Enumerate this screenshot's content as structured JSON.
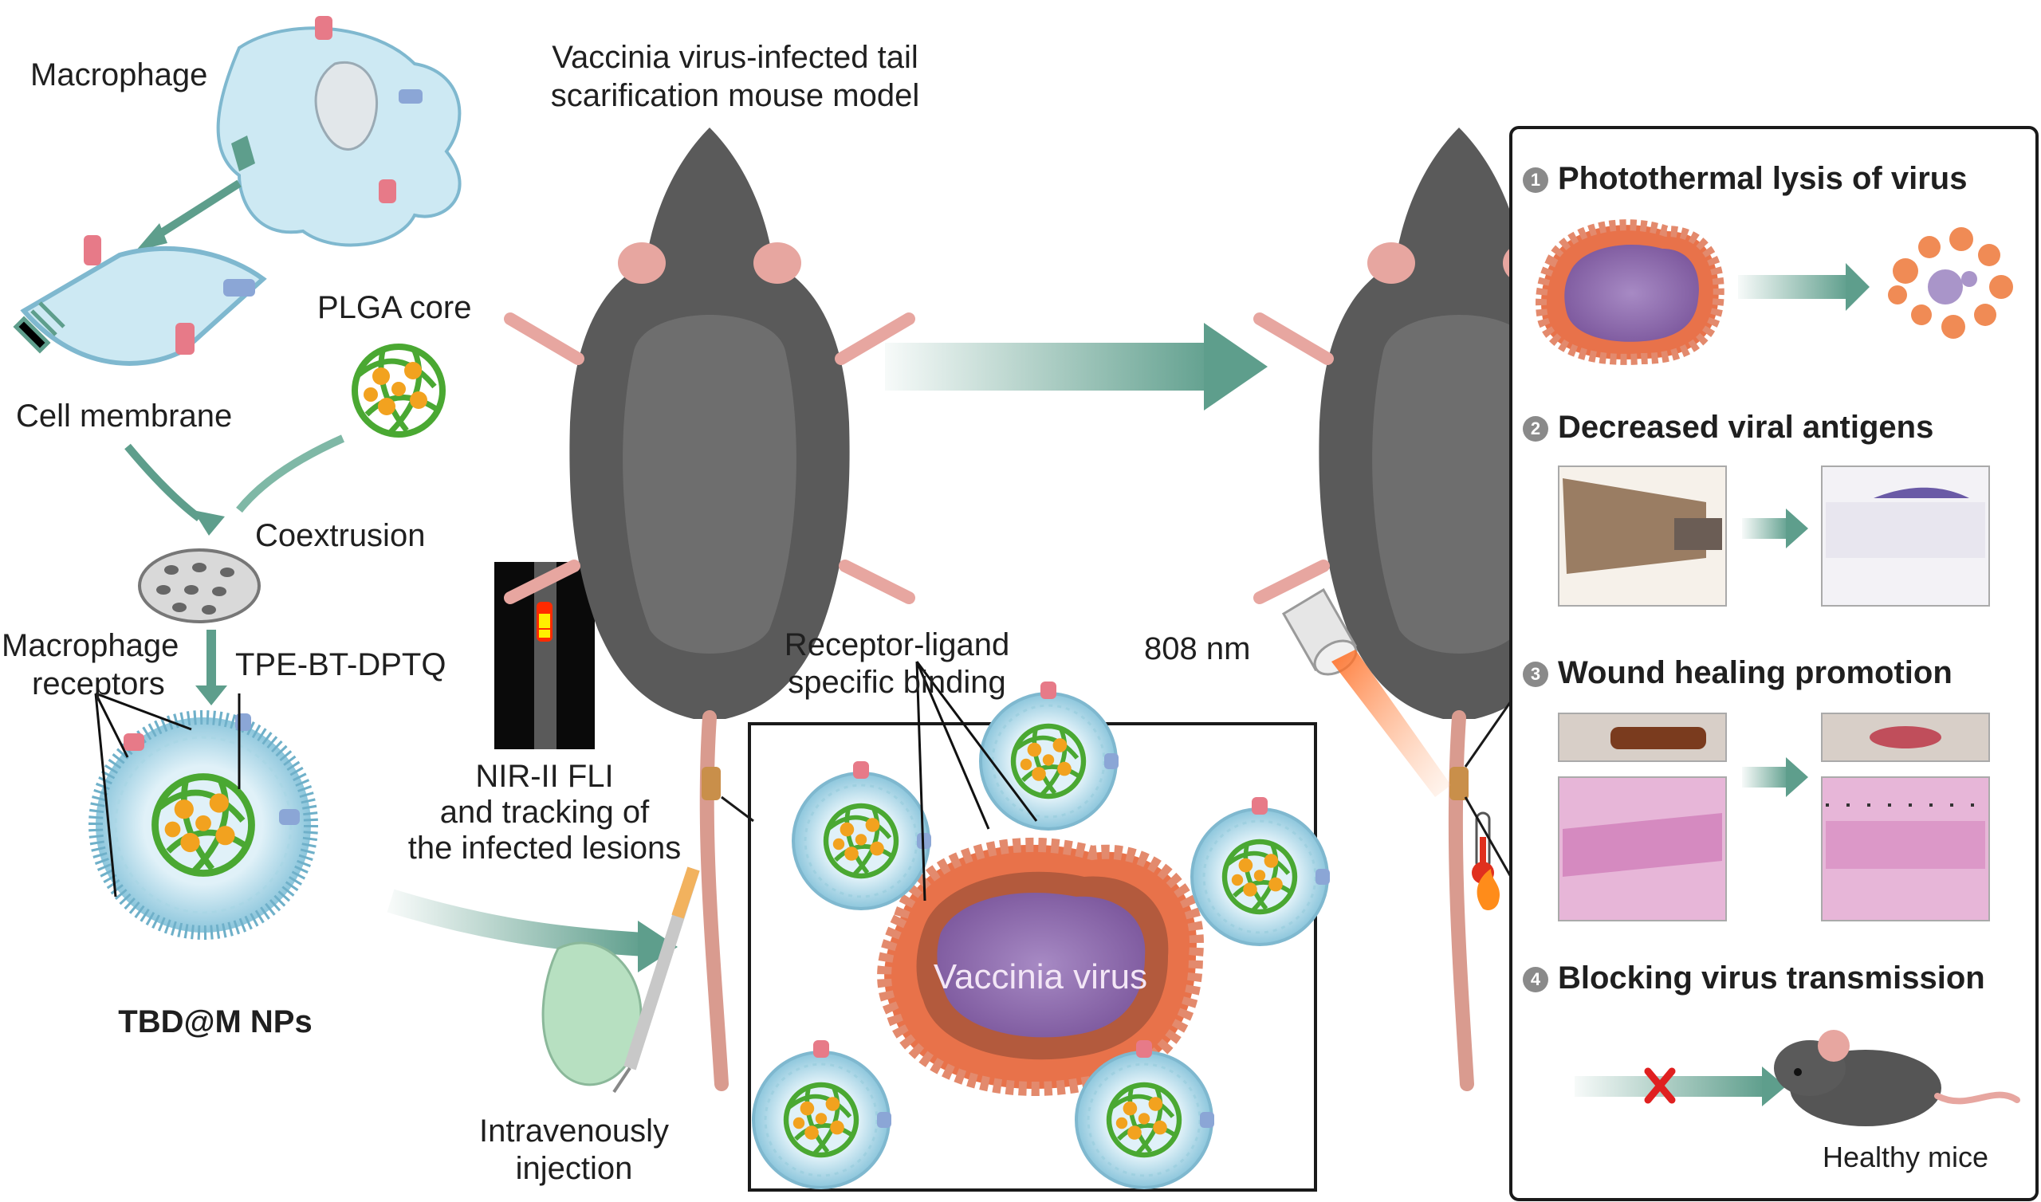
{
  "labels": {
    "macrophage": "Macrophage",
    "cell_membrane": "Cell membrane",
    "plga_core": "PLGA core",
    "coextrusion": "Coextrusion",
    "macrophage_receptors_1": "Macrophage",
    "macrophage_receptors_2": "receptors",
    "tpe_bt_dptq": "TPE-BT-DPTQ",
    "nanoparticle": "TBD@M NPs",
    "mouse_model_1": "Vaccinia virus-infected tail",
    "mouse_model_2": "scarification mouse model",
    "nir_1": "NIR-II FLI",
    "nir_2": "and tracking of",
    "nir_3": "the infected lesions",
    "injection_1": "Intravenously",
    "injection_2": "injection",
    "binding_1": "Receptor-ligand",
    "binding_2": "specific binding",
    "virus": "Vaccinia virus",
    "laser": "808 nm"
  },
  "outcomes": [
    {
      "number": "1",
      "title": "Photothermal lysis of virus"
    },
    {
      "number": "2",
      "title": "Decreased viral antigens"
    },
    {
      "number": "3",
      "title": "Wound healing promotion"
    },
    {
      "number": "4",
      "title": "Blocking virus transmission"
    }
  ],
  "healthy_mice": "Healthy mice",
  "colors": {
    "arrow": "#5e9e8c",
    "mouse": "#5a5a5a",
    "membrane": "#a8d3e3",
    "plga": "#4aa832",
    "drug": "#f2a21f",
    "virus_shell": "#e8724a",
    "virus_core": "#8a63a8",
    "tail": "#d99b8f",
    "x_mark": "#e02020"
  },
  "icons": [
    "macrophage-cell",
    "mouse",
    "laser-device",
    "thermometer-icon",
    "flame-icon",
    "extruder-membrane"
  ]
}
